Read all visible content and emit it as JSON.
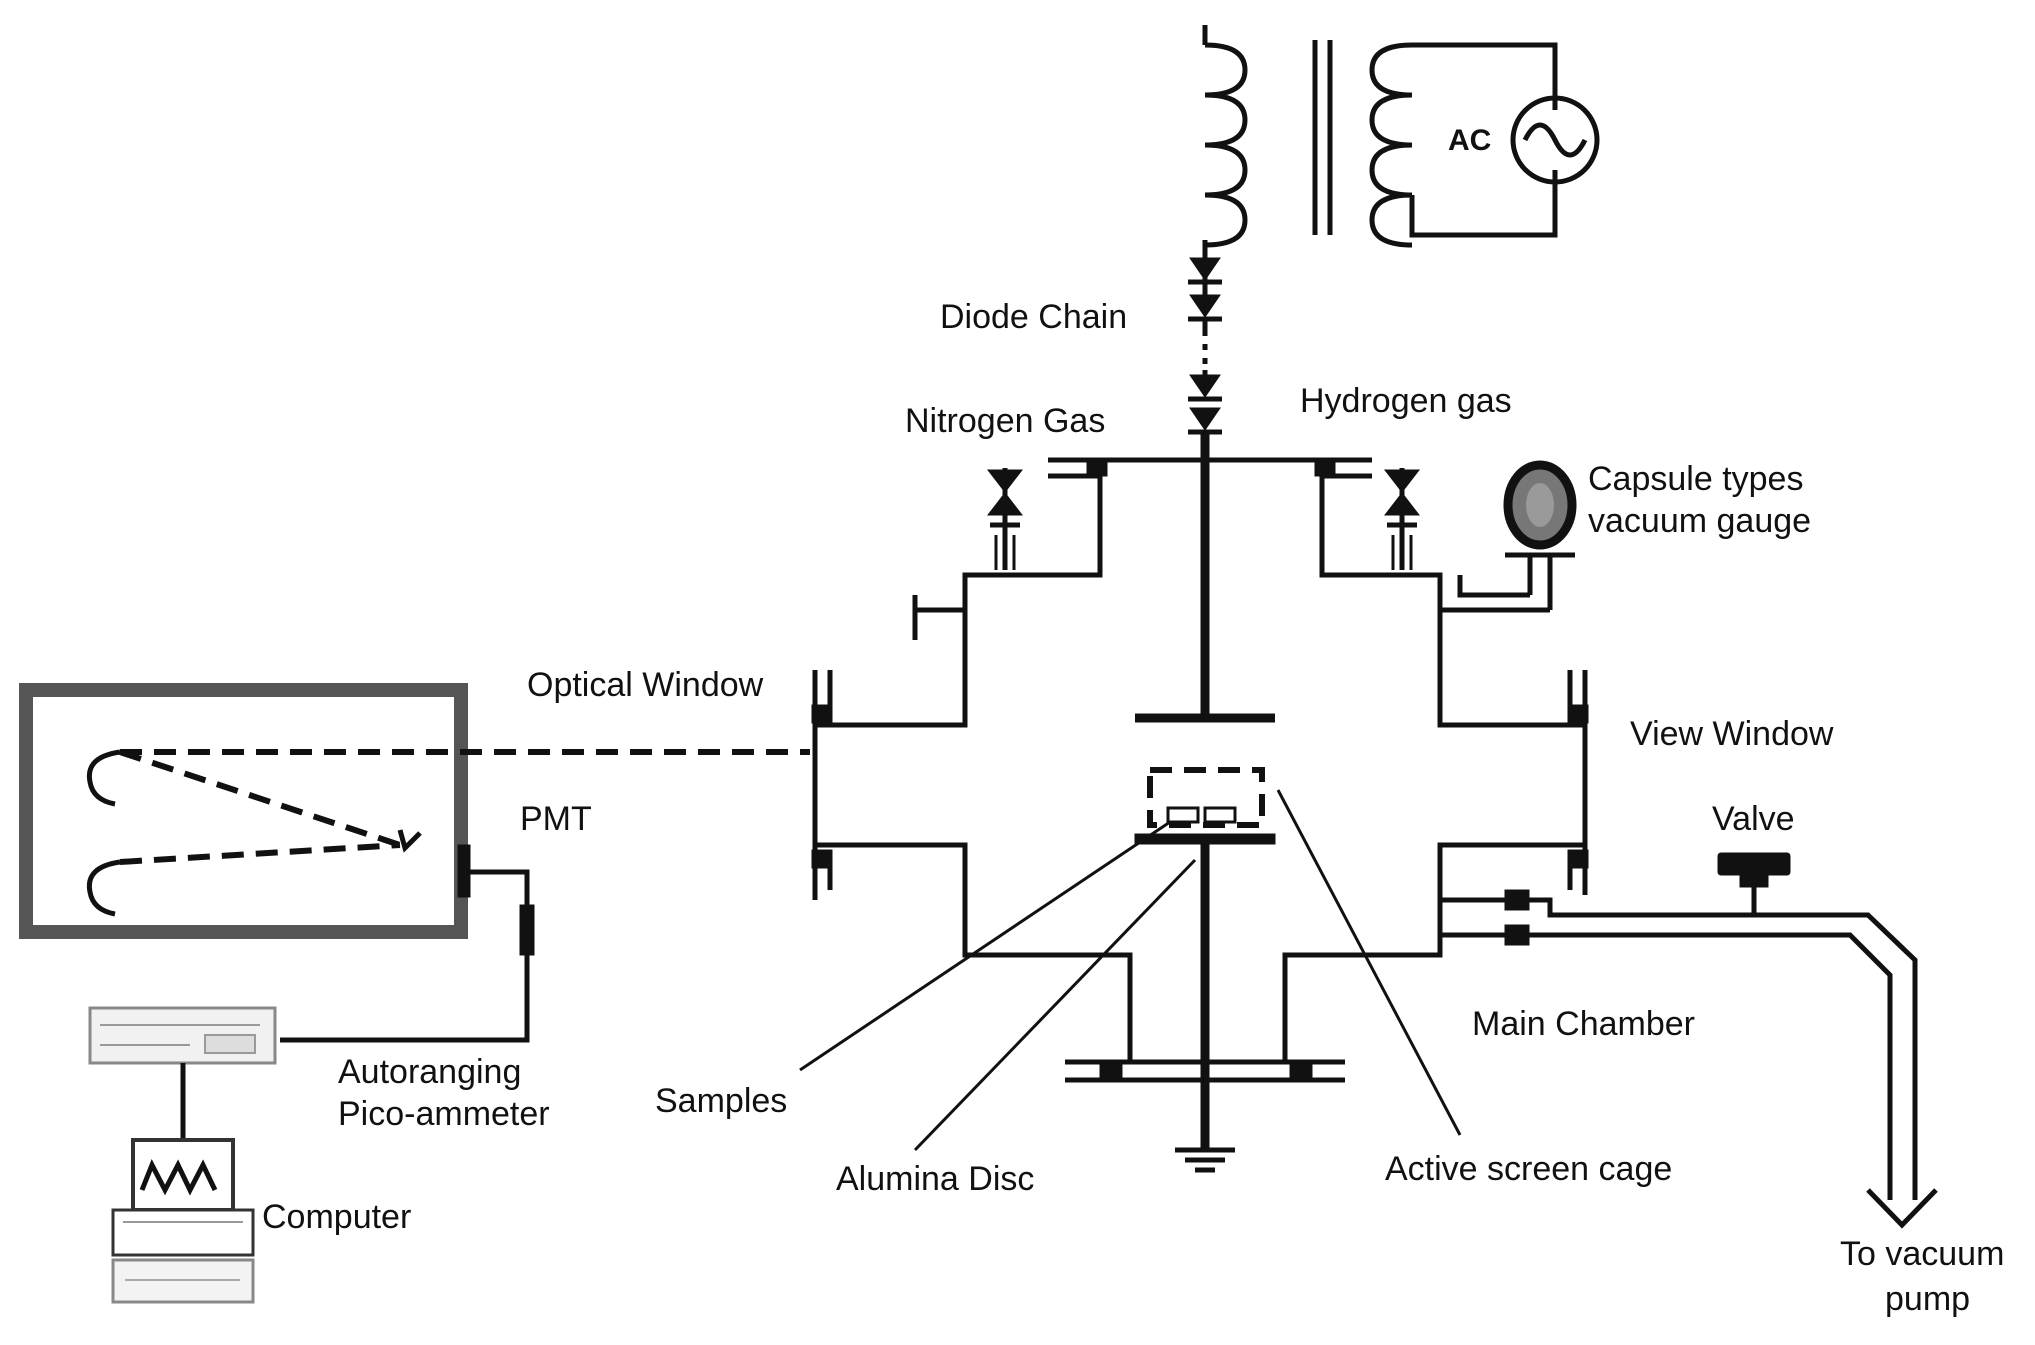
{
  "labels": {
    "ac": "AC",
    "diode_chain": "Diode Chain",
    "nitrogen_gas": "Nitrogen Gas",
    "hydrogen_gas": "Hydrogen gas",
    "capsule_gauge_line1": "Capsule types",
    "capsule_gauge_line2": "vacuum gauge",
    "optical_window": "Optical Window",
    "view_window": "View Window",
    "pmt": "PMT",
    "valve": "Valve",
    "main_chamber": "Main Chamber",
    "picoammeter_line1": "Autoranging",
    "picoammeter_line2": "Pico-ammeter",
    "samples": "Samples",
    "alumina_disc": "Alumina Disc",
    "active_screen_cage": "Active screen cage",
    "computer": "Computer",
    "vacuum_pump_line1": "To vacuum",
    "vacuum_pump_line2": "pump"
  },
  "icons": {
    "ac_source": "ac-sine-icon",
    "transformer": "transformer-icon",
    "diode": "diode-icon",
    "ground": "ground-icon",
    "gas_valve": "needle-valve-icon",
    "gauge": "vacuum-gauge-icon",
    "computer": "computer-icon",
    "pmt": "photomultiplier-icon"
  },
  "colors": {
    "ink": "#111111",
    "background": "#ffffff",
    "pmt_frame": "#555555",
    "gauge_fill": "#777777"
  }
}
